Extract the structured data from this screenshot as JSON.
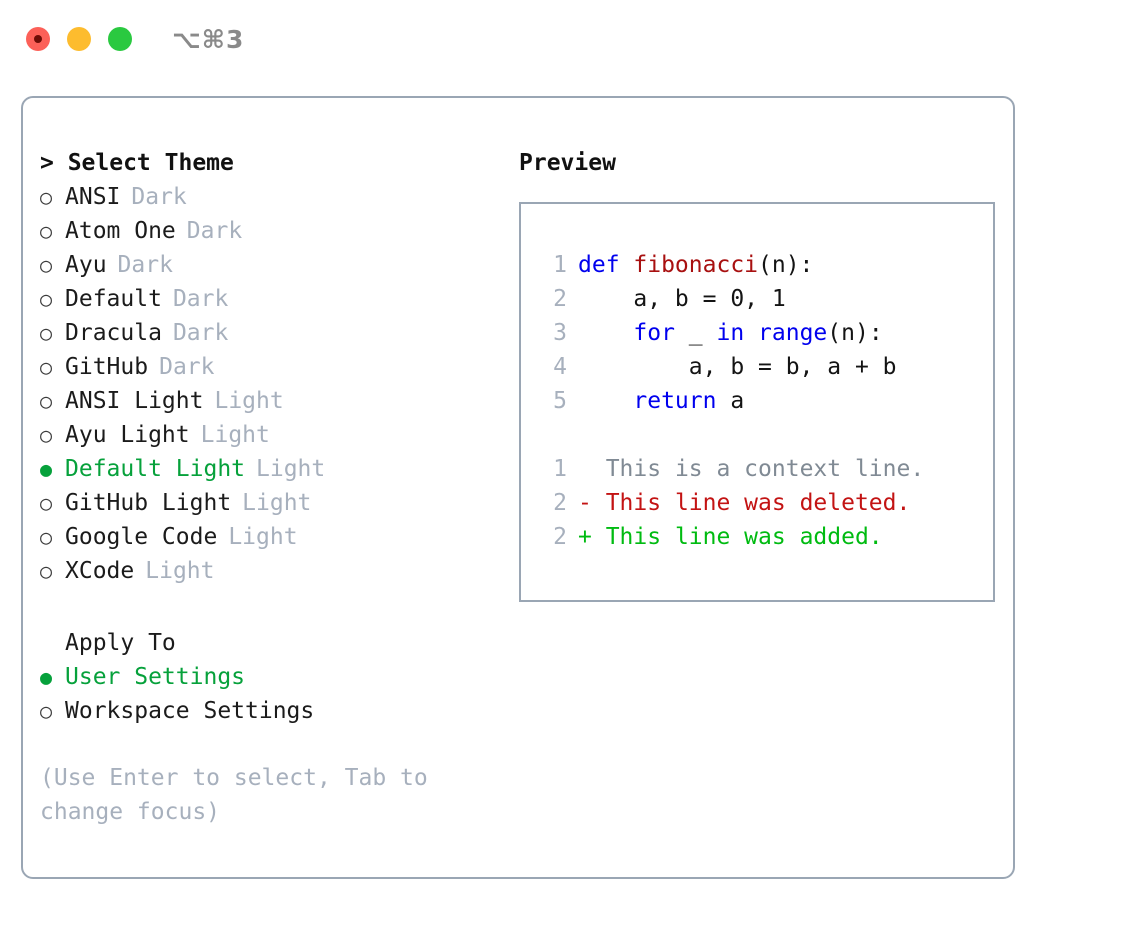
{
  "window": {
    "shortcut": "⌥⌘3",
    "traffic_lights": [
      {
        "name": "close-button",
        "color": "#fc6058"
      },
      {
        "name": "minimize-button",
        "color": "#fdbc2e"
      },
      {
        "name": "maximize-button",
        "color": "#2ac940"
      }
    ]
  },
  "colors": {
    "accent_green": "#06a13b",
    "muted": "#a7b0bd",
    "border": "#9aa6b4",
    "keyword_blue": "#0000ee",
    "function_red": "#a81010",
    "diff_added": "#00bb11",
    "diff_deleted": "#c31313",
    "diff_context": "#808a94"
  },
  "theme_list": {
    "header": "> Select Theme",
    "selected_bullet": "●",
    "unselected_bullet": "○",
    "items": [
      {
        "name": "ANSI",
        "variant": "Dark",
        "selected": false
      },
      {
        "name": "Atom One",
        "variant": "Dark",
        "selected": false
      },
      {
        "name": "Ayu",
        "variant": "Dark",
        "selected": false
      },
      {
        "name": "Default",
        "variant": "Dark",
        "selected": false
      },
      {
        "name": "Dracula",
        "variant": "Dark",
        "selected": false
      },
      {
        "name": "GitHub",
        "variant": "Dark",
        "selected": false
      },
      {
        "name": "ANSI Light",
        "variant": "Light",
        "selected": false
      },
      {
        "name": "Ayu Light",
        "variant": "Light",
        "selected": false
      },
      {
        "name": "Default Light",
        "variant": "Light",
        "selected": true
      },
      {
        "name": "GitHub Light",
        "variant": "Light",
        "selected": false
      },
      {
        "name": "Google Code",
        "variant": "Light",
        "selected": false
      },
      {
        "name": "XCode",
        "variant": "Light",
        "selected": false
      }
    ]
  },
  "apply_to": {
    "title": "Apply To",
    "options": [
      {
        "label": "User Settings",
        "selected": true
      },
      {
        "label": "Workspace Settings",
        "selected": false
      }
    ]
  },
  "hint": "(Use Enter to select, Tab to change focus)",
  "preview": {
    "header": "Preview",
    "code_lines": [
      {
        "lineno": "1",
        "segments": [
          {
            "text": "def ",
            "token": "kw"
          },
          {
            "text": "fibonacci",
            "token": "fn"
          },
          {
            "text": "(n):",
            "token": "plain"
          }
        ]
      },
      {
        "lineno": "2",
        "segments": [
          {
            "text": "    a, b = 0, 1",
            "token": "plain"
          }
        ]
      },
      {
        "lineno": "3",
        "segments": [
          {
            "text": "    ",
            "token": "plain"
          },
          {
            "text": "for",
            "token": "kw"
          },
          {
            "text": " _ ",
            "token": "plain"
          },
          {
            "text": "in",
            "token": "kw"
          },
          {
            "text": " ",
            "token": "plain"
          },
          {
            "text": "range",
            "token": "kw"
          },
          {
            "text": "(n):",
            "token": "plain"
          }
        ]
      },
      {
        "lineno": "4",
        "segments": [
          {
            "text": "        a, b = b, a + b",
            "token": "plain"
          }
        ]
      },
      {
        "lineno": "5",
        "segments": [
          {
            "text": "    ",
            "token": "plain"
          },
          {
            "text": "return",
            "token": "kw"
          },
          {
            "text": " a",
            "token": "plain"
          }
        ]
      }
    ],
    "diff_lines": [
      {
        "lineno": "1",
        "marker": "  ",
        "text": "This is a context line.",
        "kind": "ctx"
      },
      {
        "lineno": "2",
        "marker": "- ",
        "text": "This line was deleted.",
        "kind": "del"
      },
      {
        "lineno": "2",
        "marker": "+ ",
        "text": "This line was added.",
        "kind": "add"
      }
    ]
  }
}
